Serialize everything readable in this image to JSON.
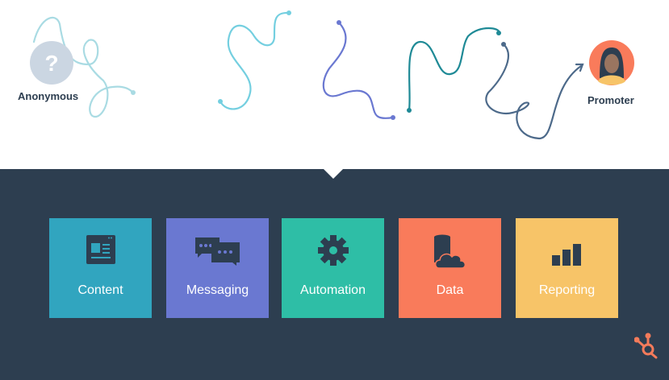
{
  "journey": {
    "start_label": "Anonymous",
    "end_label": "Promoter",
    "start_icon": "question-mark-avatar-icon",
    "end_icon": "person-avatar-icon"
  },
  "tiles": [
    {
      "label": "Content",
      "color": "#31a5bf",
      "icon": "content-page-icon"
    },
    {
      "label": "Messaging",
      "color": "#6a78d1",
      "icon": "chat-bubbles-icon"
    },
    {
      "label": "Automation",
      "color": "#2ebea6",
      "icon": "gear-icon"
    },
    {
      "label": "Data",
      "color": "#f97b5b",
      "icon": "database-cloud-icon"
    },
    {
      "label": "Reporting",
      "color": "#f7c468",
      "icon": "bar-chart-icon"
    }
  ],
  "brand": {
    "logo": "hubspot-sprocket-icon",
    "color": "#f47b5b"
  }
}
